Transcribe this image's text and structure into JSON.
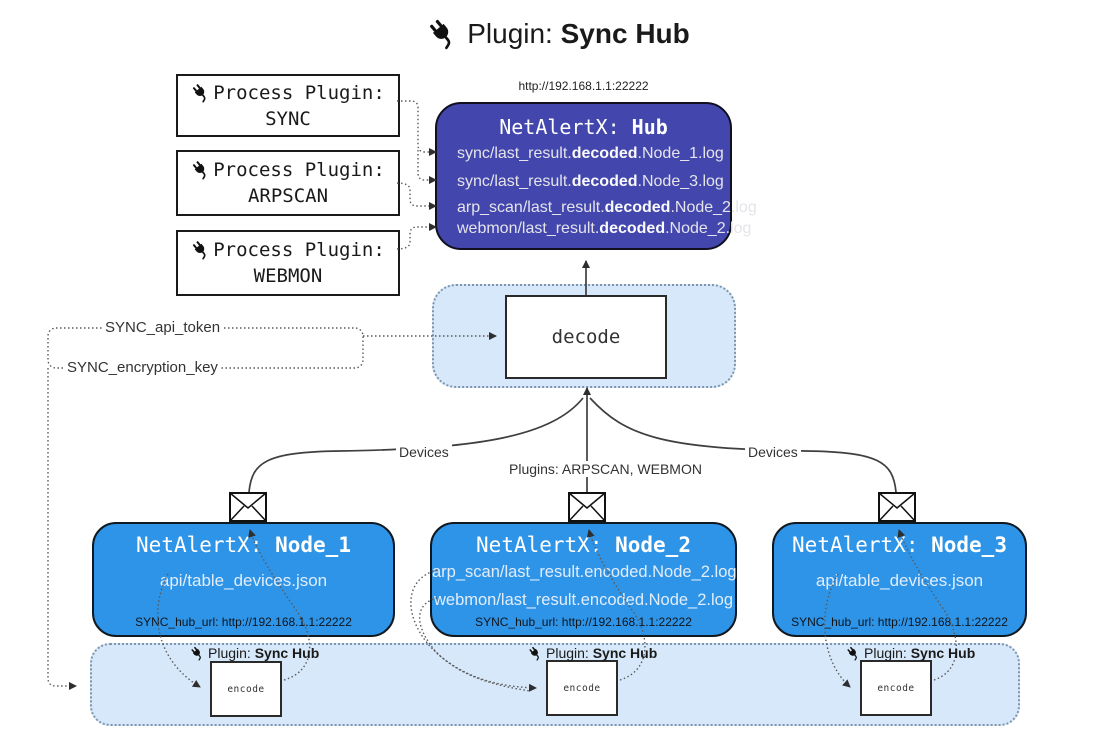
{
  "title": {
    "prefix": "Plugin: ",
    "bold": "Sync Hub"
  },
  "process_plugins": [
    {
      "label": "Process Plugin:",
      "name": "SYNC"
    },
    {
      "label": "Process Plugin:",
      "name": "ARPSCAN"
    },
    {
      "label": "Process Plugin:",
      "name": "WEBMON"
    }
  ],
  "hub": {
    "url": "http://192.168.1.1:22222",
    "title_prefix": "NetAlertX: ",
    "title_bold": "Hub",
    "lines": [
      {
        "pre": "sync/last_result.",
        "bold": "decoded",
        "post": ".Node_1.log"
      },
      {
        "pre": "sync/last_result.",
        "bold": "decoded",
        "post": ".Node_3.log"
      },
      {
        "pre": "arp_scan/last_result.",
        "bold": "decoded",
        "post": ".Node_2.log"
      },
      {
        "pre": "webmon/last_result.",
        "bold": "decoded",
        "post": ".Node_2.log"
      }
    ]
  },
  "decode_label": "decode",
  "encode_label": "encode",
  "edge_labels": {
    "api_token": "SYNC_api_token",
    "encryption_key": "SYNC_encryption_key",
    "devices_left": "Devices",
    "plugins_center": "Plugins: ARPSCAN, WEBMON",
    "devices_right": "Devices"
  },
  "nodes": [
    {
      "title_prefix": "NetAlertX: ",
      "title_bold": "Node_1",
      "lines": [
        "api/table_devices.json"
      ],
      "footer": "SYNC_hub_url: http://192.168.1.1:22222"
    },
    {
      "title_prefix": "NetAlertX: ",
      "title_bold": "Node_2",
      "lines": [
        "arp_scan/last_result.encoded.Node_2.log",
        "webmon/last_result.encoded.Node_2.log"
      ],
      "footer": "SYNC_hub_url: http://192.168.1.1:22222"
    },
    {
      "title_prefix": "NetAlertX: ",
      "title_bold": "Node_3",
      "lines": [
        "api/table_devices.json"
      ],
      "footer": "SYNC_hub_url: http://192.168.1.1:22222"
    }
  ],
  "encode_sections": [
    {
      "label_prefix": "Plugin: ",
      "label_bold": "Sync Hub"
    },
    {
      "label_prefix": "Plugin: ",
      "label_bold": "Sync Hub"
    },
    {
      "label_prefix": "Plugin: ",
      "label_bold": "Sync Hub"
    }
  ],
  "colors": {
    "hub": "#4347ad",
    "node": "#2e94e8",
    "container": "#d7e8fa"
  }
}
